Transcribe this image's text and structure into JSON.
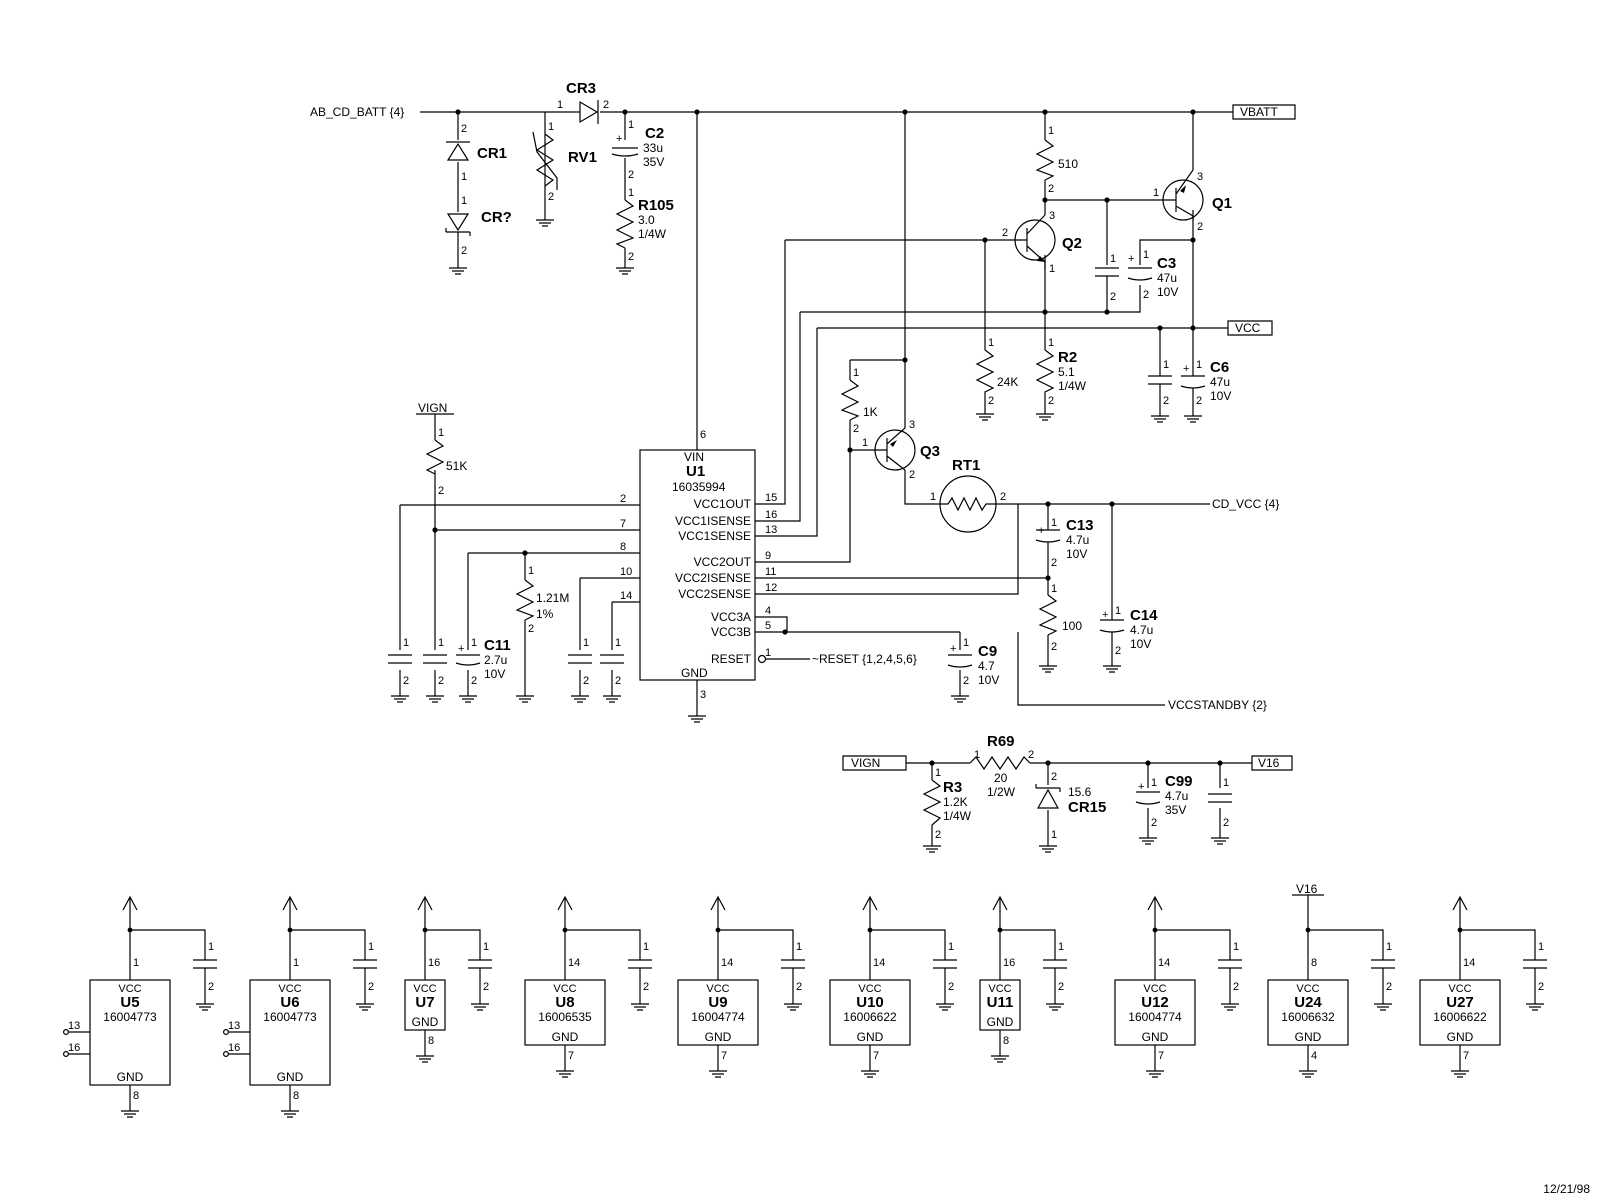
{
  "ports": {
    "ab_cd_batt": "AB_CD_BATT {4}",
    "vbatt": "VBATT",
    "vcc": "VCC",
    "cd_vcc": "CD_VCC {4}",
    "reset": "~RESET {1,2,4,5,6}",
    "vccstandby": "VCCSTANDBY {2}",
    "vign_top": "VIGN",
    "vign_bottom": "VIGN",
    "v16": "V16",
    "v16_u24": "V16"
  },
  "components": {
    "cr1": "CR1",
    "crq": "CR?",
    "rv1": "RV1",
    "cr3": "CR3",
    "c2": {
      "ref": "C2",
      "value": "33u",
      "rating": "35V"
    },
    "r105": {
      "ref": "R105",
      "value": "3.0",
      "rating": "1/4W"
    },
    "r510": "510",
    "q1": "Q1",
    "q2": "Q2",
    "c3": {
      "ref": "C3",
      "value": "47u",
      "rating": "10V"
    },
    "r24k": "24K",
    "r2": {
      "ref": "R2",
      "value": "5.1",
      "rating": "1/4W"
    },
    "c6": {
      "ref": "C6",
      "value": "47u",
      "rating": "10V"
    },
    "r1k": "1K",
    "q3": "Q3",
    "rt1": "RT1",
    "r51k": "51K",
    "c13": {
      "ref": "C13",
      "value": "4.7u",
      "rating": "10V"
    },
    "r100": "100",
    "c14": {
      "ref": "C14",
      "value": "4.7u",
      "rating": "10V"
    },
    "c11": {
      "ref": "C11",
      "value": "2.7u",
      "rating": "10V"
    },
    "r121m": {
      "value": "1.21M",
      "tol": "1%"
    },
    "c9": {
      "ref": "C9",
      "value": "4.7",
      "rating": "10V"
    },
    "r69": {
      "ref": "R69",
      "value": "20",
      "rating": "1/2W"
    },
    "r3": {
      "ref": "R3",
      "value": "1.2K",
      "rating": "1/4W"
    },
    "cr15": {
      "ref": "CR15",
      "value": "15.6"
    },
    "c99": {
      "ref": "C99",
      "value": "4.7u",
      "rating": "35V"
    }
  },
  "u1": {
    "ref": "U1",
    "part": "16035994",
    "pins_left": [
      {
        "num": "2"
      },
      {
        "num": "7"
      },
      {
        "num": "8"
      },
      {
        "num": "10"
      },
      {
        "num": "14"
      }
    ],
    "pins_right": [
      {
        "name": "VCC1OUT",
        "num": "15"
      },
      {
        "name": "VCC1ISENSE",
        "num": "16"
      },
      {
        "name": "VCC1SENSE",
        "num": "13"
      },
      {
        "name": "VCC2OUT",
        "num": "9"
      },
      {
        "name": "VCC2ISENSE",
        "num": "11"
      },
      {
        "name": "VCC2SENSE",
        "num": "12"
      },
      {
        "name": "VCC3A",
        "num": "4"
      },
      {
        "name": "VCC3B",
        "num": "5"
      },
      {
        "name": "RESET",
        "num": "1"
      }
    ],
    "vin": "VIN",
    "vin_pin": "6",
    "gnd": "GND",
    "gnd_pin": "3"
  },
  "ic_row": [
    {
      "ref": "U5",
      "part": "16004773",
      "vcc_pin": "1",
      "gnd_pin": "8",
      "vcc": "VCC",
      "gnd": "GND",
      "extra_pins": [
        "13",
        "16"
      ]
    },
    {
      "ref": "U6",
      "part": "16004773",
      "vcc_pin": "1",
      "gnd_pin": "8",
      "vcc": "VCC",
      "gnd": "GND",
      "extra_pins": [
        "13",
        "16"
      ]
    },
    {
      "ref": "U7",
      "part": "",
      "vcc_pin": "16",
      "gnd_pin": "8",
      "vcc": "VCC",
      "gnd": "GND",
      "extra_pins": []
    },
    {
      "ref": "U8",
      "part": "16006535",
      "vcc_pin": "14",
      "gnd_pin": "7",
      "vcc": "VCC",
      "gnd": "GND",
      "extra_pins": []
    },
    {
      "ref": "U9",
      "part": "16004774",
      "vcc_pin": "14",
      "gnd_pin": "7",
      "vcc": "VCC",
      "gnd": "GND",
      "extra_pins": []
    },
    {
      "ref": "U10",
      "part": "16006622",
      "vcc_pin": "14",
      "gnd_pin": "7",
      "vcc": "VCC",
      "gnd": "GND",
      "extra_pins": []
    },
    {
      "ref": "U11",
      "part": "",
      "vcc_pin": "16",
      "gnd_pin": "8",
      "vcc": "VCC",
      "gnd": "GND",
      "extra_pins": []
    },
    {
      "ref": "U12",
      "part": "16004774",
      "vcc_pin": "14",
      "gnd_pin": "7",
      "vcc": "VCC",
      "gnd": "GND",
      "extra_pins": []
    },
    {
      "ref": "U24",
      "part": "16006632",
      "vcc_pin": "8",
      "gnd_pin": "4",
      "vcc": "VCC",
      "gnd": "GND",
      "extra_pins": []
    },
    {
      "ref": "U27",
      "part": "16006622",
      "vcc_pin": "14",
      "gnd_pin": "7",
      "vcc": "VCC",
      "gnd": "GND",
      "extra_pins": []
    }
  ],
  "cap_pins": {
    "p1": "1",
    "p2": "2"
  },
  "date": "12/21/98"
}
